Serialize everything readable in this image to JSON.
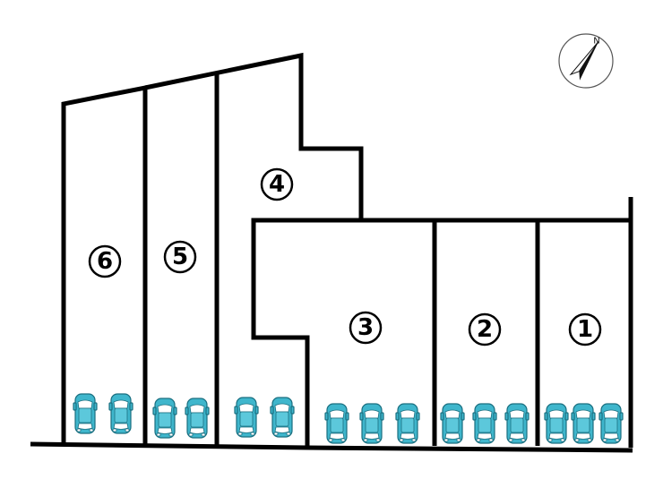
{
  "site_plan": {
    "lots": [
      {
        "id": "lot-1",
        "label": "1",
        "parking_spaces": 3
      },
      {
        "id": "lot-2",
        "label": "2",
        "parking_spaces": 3
      },
      {
        "id": "lot-3",
        "label": "3",
        "parking_spaces": 3
      },
      {
        "id": "lot-4",
        "label": "4",
        "parking_spaces": 2
      },
      {
        "id": "lot-5",
        "label": "5",
        "parking_spaces": 2
      },
      {
        "id": "lot-6",
        "label": "6",
        "parking_spaces": 2
      }
    ],
    "compass": {
      "label": "N"
    },
    "colors": {
      "lines": "#000000",
      "car": "#3fb6cc",
      "background": "#ffffff"
    }
  }
}
